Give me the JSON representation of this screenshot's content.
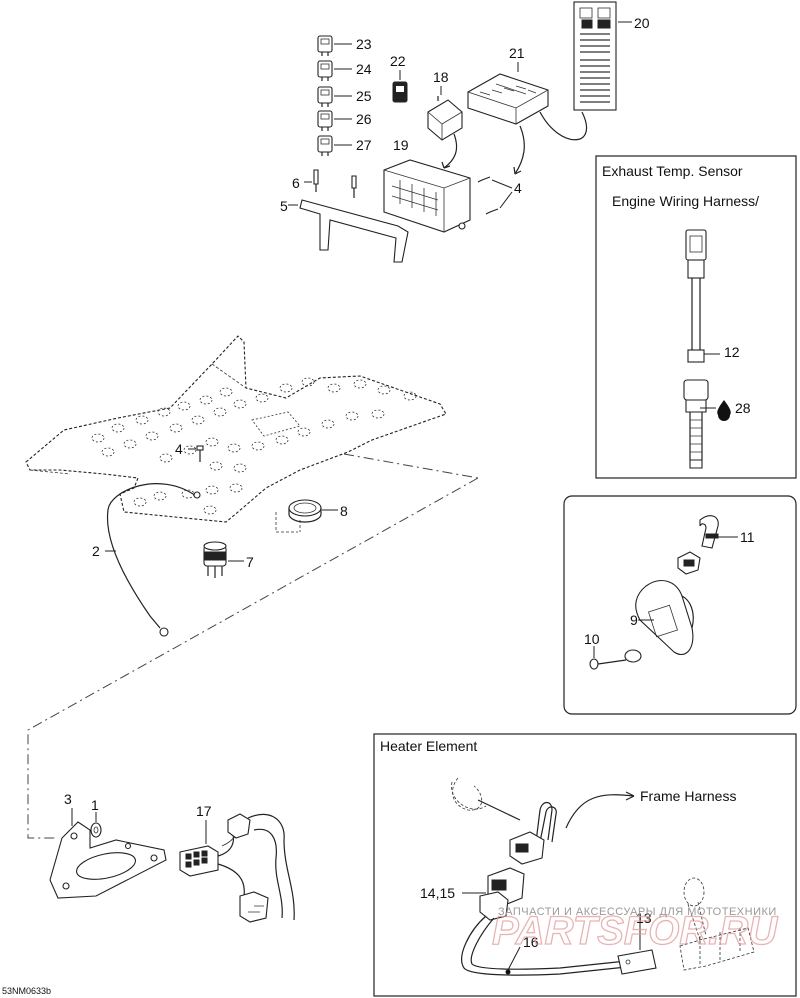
{
  "callouts": {
    "c1": "1",
    "c2": "2",
    "c3": "3",
    "c4a": "4",
    "c4b": "4",
    "c5": "5",
    "c6": "6",
    "c7": "7",
    "c8": "8",
    "c9": "9",
    "c10": "10",
    "c11": "11",
    "c12": "12",
    "c13": "13",
    "c14_15": "14,15",
    "c16": "16",
    "c17": "17",
    "c18": "18",
    "c19": "19",
    "c20": "20",
    "c21": "21",
    "c22": "22",
    "c23": "23",
    "c24": "24",
    "c25": "25",
    "c26": "26",
    "c27": "27",
    "c28": "28"
  },
  "panels": {
    "exhaust_title": "Exhaust Temp. Sensor",
    "engine_harness": "Engine Wiring Harness/",
    "heater_title": "Heater Element",
    "frame_harness": "Frame Harness"
  },
  "figure_id": "53NM0633b",
  "watermark": {
    "text": "ЗАПЧАСТИ И АКСЕССУАРЫ ДЛЯ МОТОТЕХНИКИ",
    "logo": "PARTSFOR.RU"
  },
  "icons": [
    "oil-drop-icon"
  ]
}
